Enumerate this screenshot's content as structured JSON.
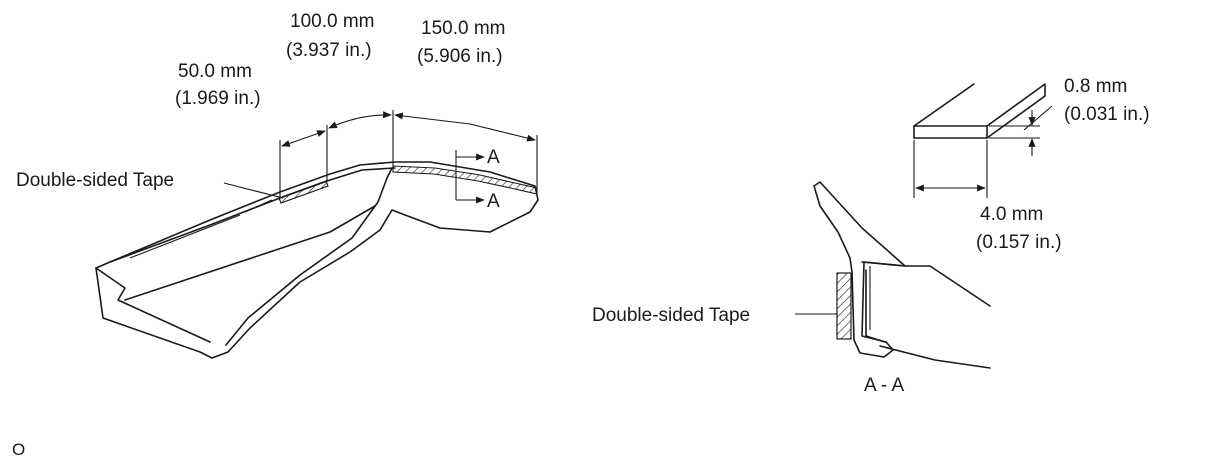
{
  "labels": {
    "dim_50_mm": "50.0 mm",
    "dim_50_in": "(1.969 in.)",
    "dim_100_mm": "100.0 mm",
    "dim_100_in": "(3.937 in.)",
    "dim_150_mm": "150.0 mm",
    "dim_150_in": "(5.906 in.)",
    "tape_left": "Double-sided Tape",
    "section_arrow_top": "A",
    "section_arrow_bottom": "A",
    "thickness_mm": "0.8 mm",
    "thickness_in": "(0.031 in.)",
    "width_mm": "4.0 mm",
    "width_in": "(0.157 in.)",
    "tape_right": "Double-sided Tape",
    "section_caption": "A - A",
    "figure_code": "O"
  }
}
